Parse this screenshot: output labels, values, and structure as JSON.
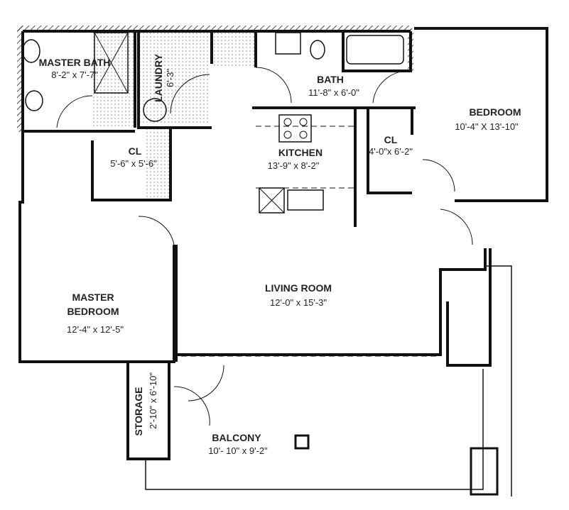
{
  "rooms": {
    "master_bath": {
      "name": "MASTER BATH",
      "size": "8'-2\" x 7'-7\""
    },
    "laundry": {
      "name": "LAUNDRY",
      "size": "6'-3\""
    },
    "bath": {
      "name": "BATH",
      "size": "11'-8\" x 6'-0\""
    },
    "bedroom": {
      "name": "BEDROOM",
      "size": "10'-4\"  X 13'-10\""
    },
    "closet_master": {
      "name": "CL",
      "size": "5'-6\" x 5'-6\""
    },
    "kitchen": {
      "name": "KITCHEN",
      "size": "13'-9\" x 8'-2\""
    },
    "closet_bedroom": {
      "name": "CL",
      "size": "4'-0\"x 6'-2\""
    },
    "living_room": {
      "name": "LIVING ROOM",
      "size": "12'-0\" x 15'-3\""
    },
    "master_bedroom": {
      "name": "MASTER",
      "name2": "BEDROOM",
      "size": "12'-4\" x 12'-5\""
    },
    "storage": {
      "name": "STORAGE",
      "size": "2'-10\" x 6'-10\""
    },
    "balcony": {
      "name": "BALCONY",
      "size": "10'- 10\" x 9'-2\""
    }
  }
}
